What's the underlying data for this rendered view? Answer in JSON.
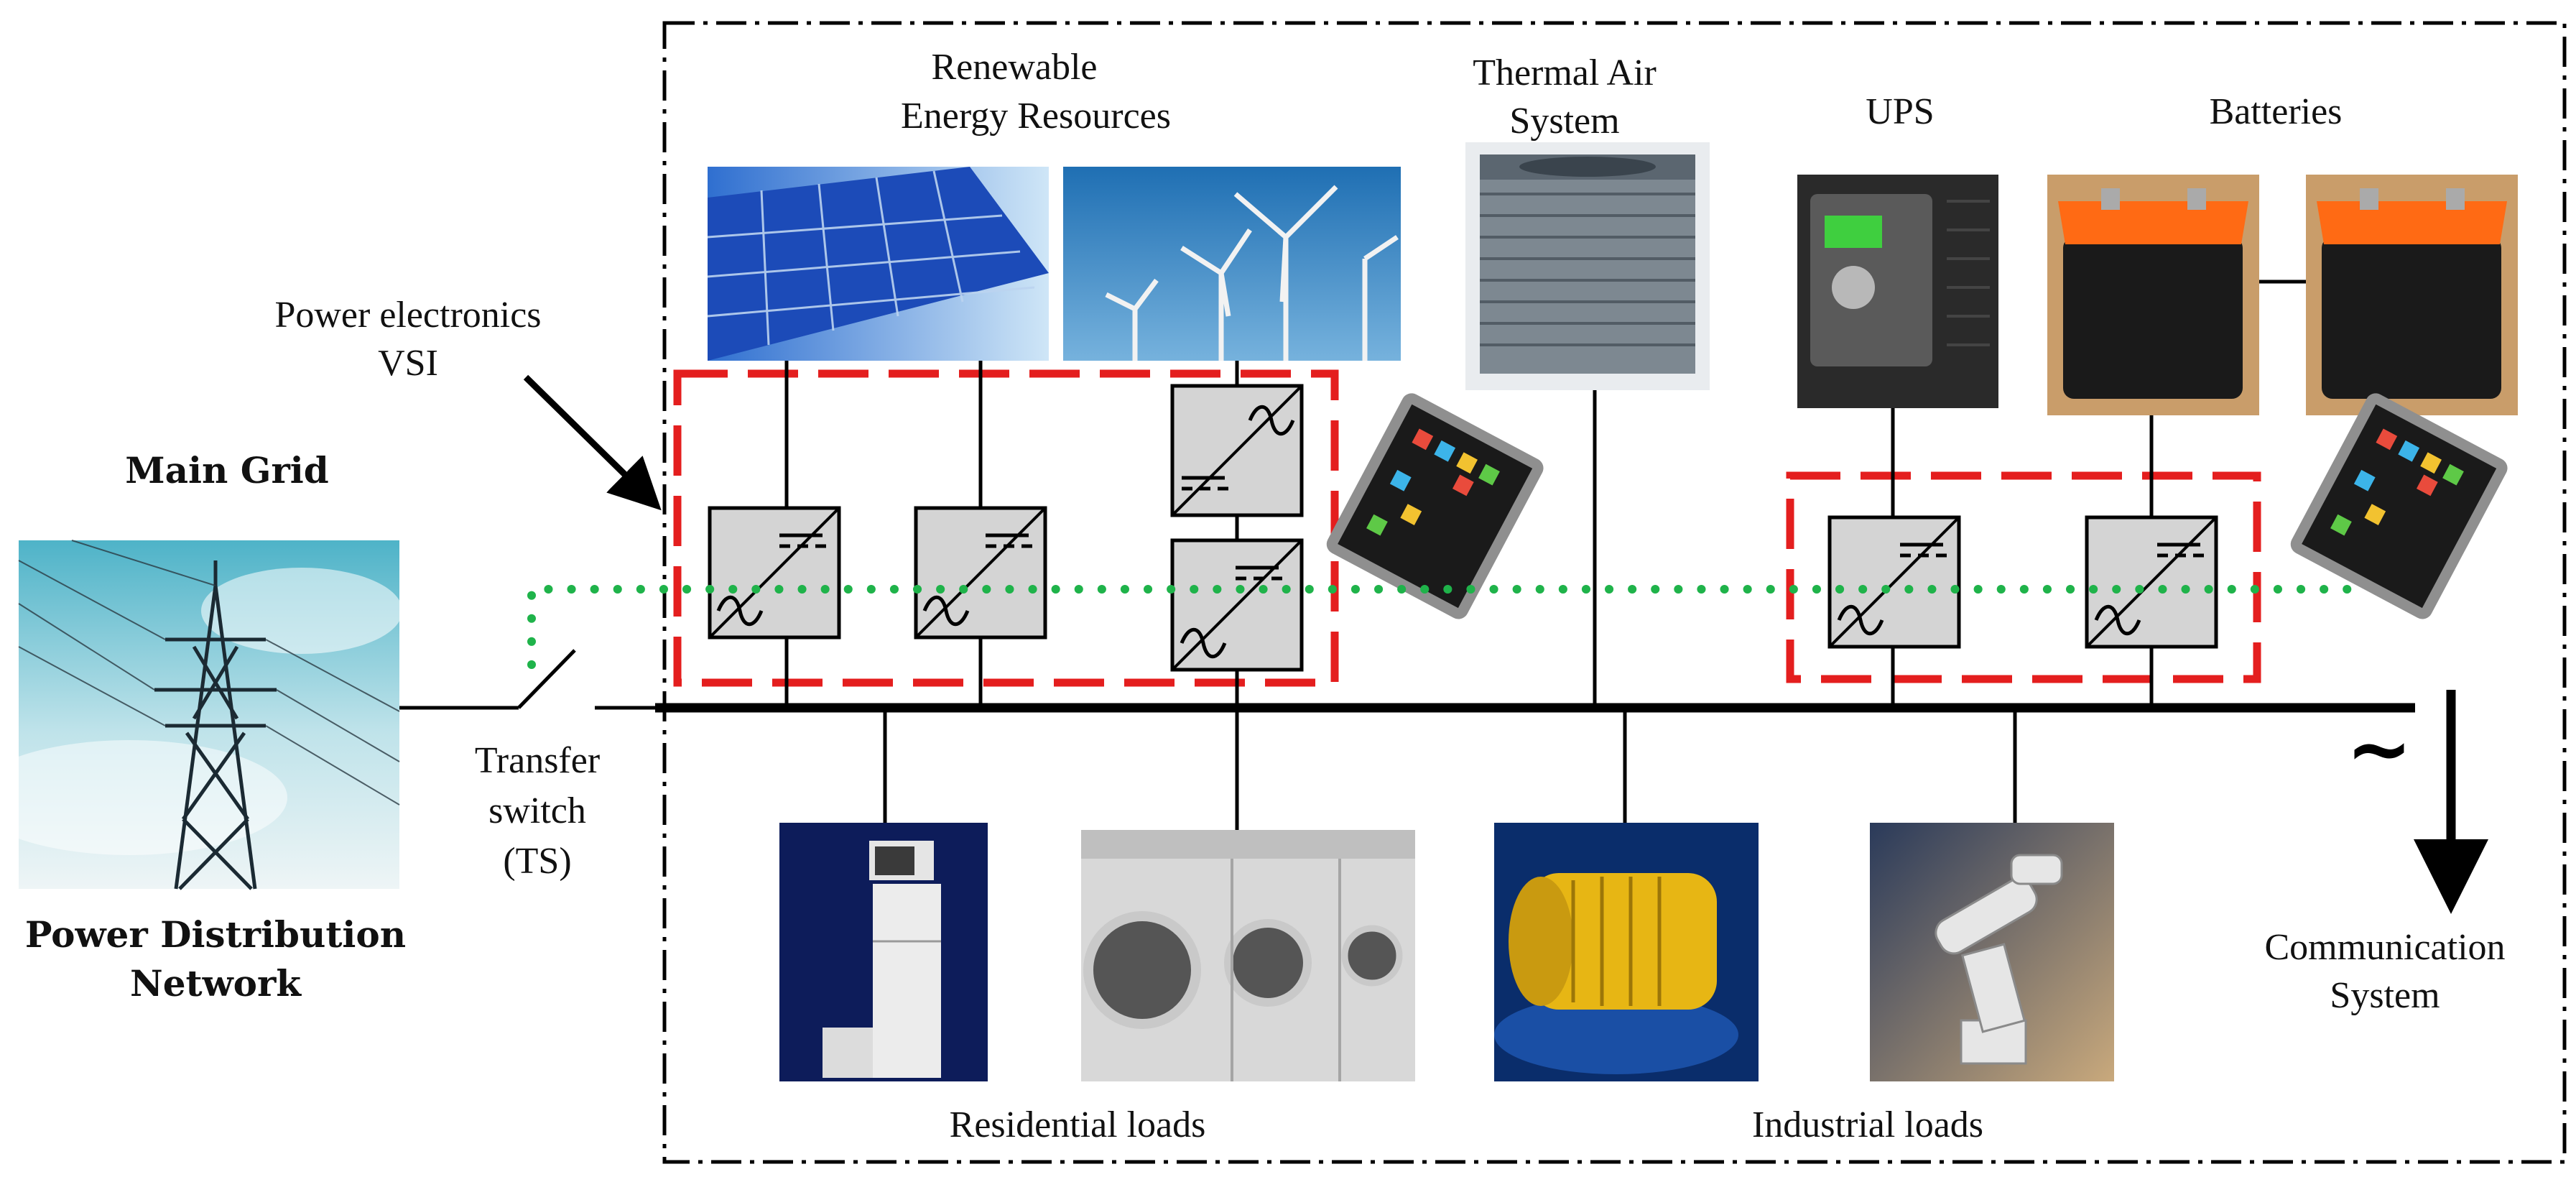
{
  "main_grid": {
    "title": "Main Grid",
    "subtitle_line1": "Power Distribution",
    "subtitle_line2": "Network"
  },
  "power_electronics": {
    "line1": "Power electronics",
    "line2": "VSI"
  },
  "transfer_switch": {
    "line1": "Transfer",
    "line2": "switch",
    "line3": "(TS)"
  },
  "renewables": {
    "line1": "Renewable",
    "line2": "Energy Resources"
  },
  "thermal": {
    "line1": "Thermal Air",
    "line2": "System"
  },
  "ups": {
    "label": "UPS"
  },
  "batteries": {
    "label": "Batteries"
  },
  "residential": {
    "label": "Residential loads"
  },
  "industrial": {
    "label": "Industrial loads"
  },
  "communication": {
    "line1": "Communication",
    "line2": "System",
    "ac_symbol": "~"
  },
  "colors": {
    "converter_box": "#d4d4d4",
    "dashed_group": "#e41e1e",
    "comm_link": "#1fb34a",
    "line": "#000000"
  }
}
